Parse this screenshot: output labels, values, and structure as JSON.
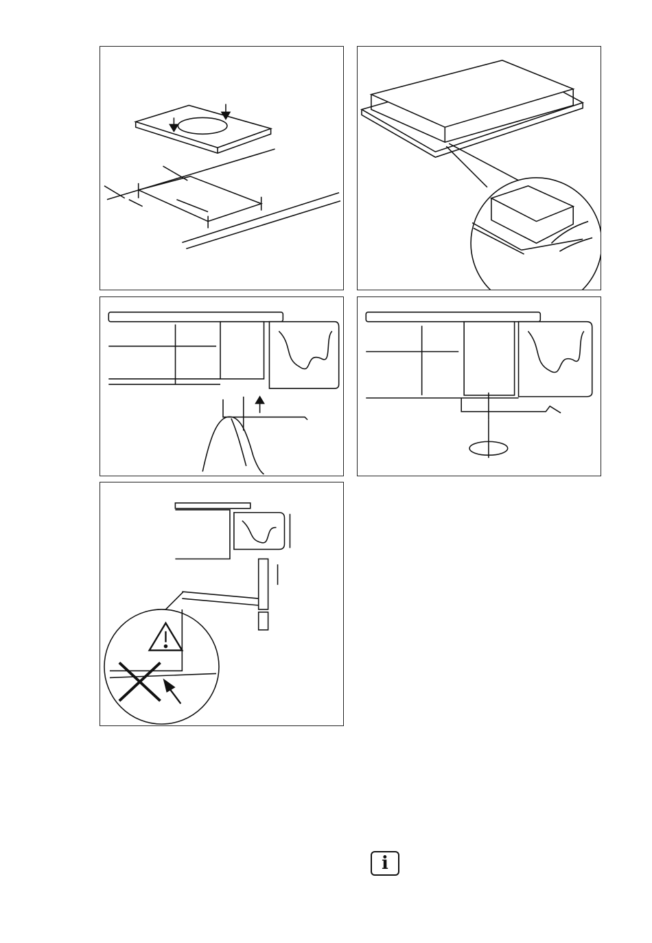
{
  "figures": [
    {
      "id": "fig-1",
      "subject": "hob-lowered-into-worktop-cutout"
    },
    {
      "id": "fig-2",
      "subject": "sealing-strip-applied-to-hob-edge"
    },
    {
      "id": "fig-3",
      "subject": "bracket-with-screw-inserted-upward"
    },
    {
      "id": "fig-4",
      "subject": "bracket-screw-tightened-with-screwdriver"
    },
    {
      "id": "fig-5",
      "subject": "warning-gap-between-hob-and-furniture"
    }
  ],
  "icons": {
    "info": "info-icon",
    "warning": "warning-triangle-icon",
    "prohibited": "cross-mark-icon"
  },
  "info_glyph": "i"
}
